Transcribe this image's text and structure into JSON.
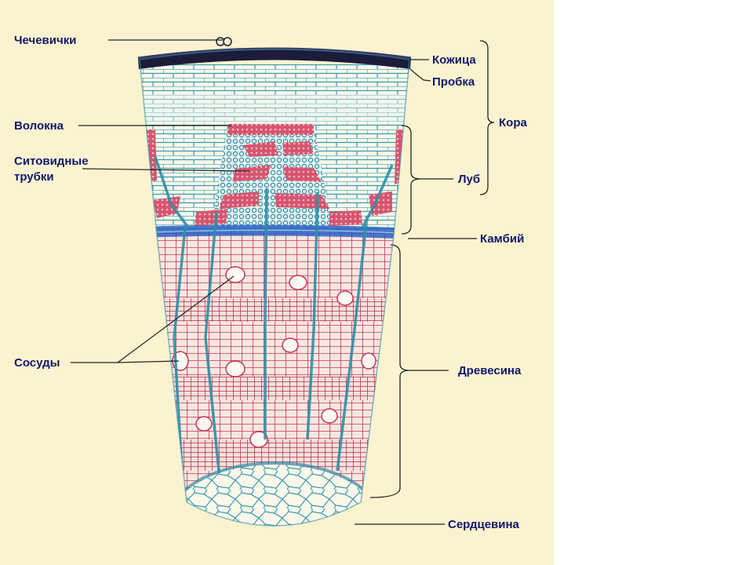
{
  "colors": {
    "background": "#fbf3d0",
    "wood_red": "#c7355b",
    "cell_teal": "#2f8fa6",
    "cambium_blue": "#2b5fc4",
    "bark_dark": "#1c1c3a",
    "label_text": "#10186b"
  },
  "labels": {
    "lenticels": "Чечевички",
    "epidermis": "Кожица",
    "cork": "Пробка",
    "bark": "Кора",
    "fibers": "Волокна",
    "sieve_tubes_1": "Ситовидные",
    "sieve_tubes_2": "трубки",
    "phloem": "Луб",
    "cambium": "Камбий",
    "vessels": "Сосуды",
    "wood": "Древесина",
    "pith": "Сердцевина"
  }
}
